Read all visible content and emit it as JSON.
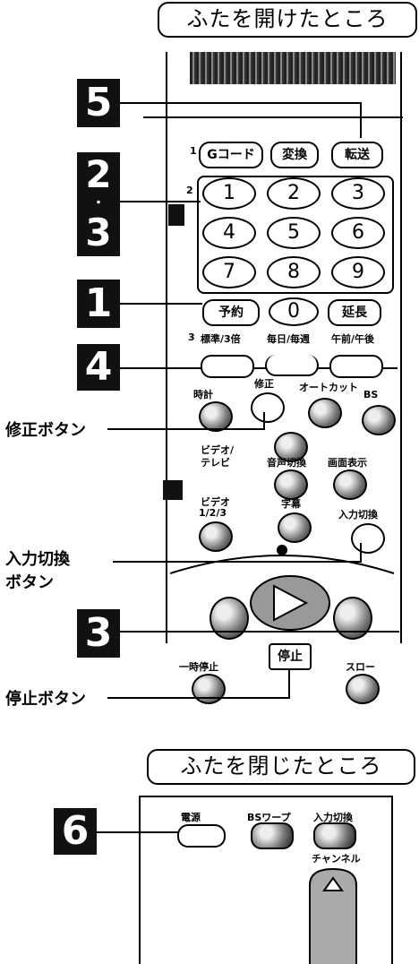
{
  "open_title": "ふたを開けたところ",
  "closed_title": "ふたを閉じたところ",
  "steps": {
    "s5": "5",
    "s2": "2",
    "s3a": "3",
    "s1": "1",
    "s4": "4",
    "s3b": "3",
    "s6": "6"
  },
  "step_dot": "・",
  "callouts": {
    "correct": "修正ボタン",
    "input_line1": "入力切換",
    "input_line2": "ボタン",
    "stop": "停止ボタン"
  },
  "buttons": {
    "gcode": "Gコード",
    "convert": "変換",
    "transfer": "転送",
    "numbers": [
      "1",
      "2",
      "3",
      "4",
      "5",
      "6",
      "7",
      "8",
      "9"
    ],
    "zero": "0",
    "reserve": "予約",
    "extend": "延長",
    "stop": "停止"
  },
  "labels": {
    "marker1": "1",
    "marker2": "2",
    "marker3": "3",
    "std": "標準/3倍",
    "daily": "毎日/毎週",
    "ampm": "午前/午後",
    "clock": "時計",
    "fix": "修正",
    "autocut": "オートカット",
    "bs": "BS",
    "video_tv_1": "ビデオ/",
    "video_tv_2": "テレビ",
    "audio": "音声切換",
    "screen": "画面表示",
    "video123_1": "ビデオ",
    "video123_2": "1/2/3",
    "subtitle": "字幕",
    "input": "入力切換",
    "pause": "一時停止",
    "slow": "スロー",
    "power": "電源",
    "bswarp": "BSワープ",
    "input2": "入力切換",
    "channel": "チャンネル"
  }
}
